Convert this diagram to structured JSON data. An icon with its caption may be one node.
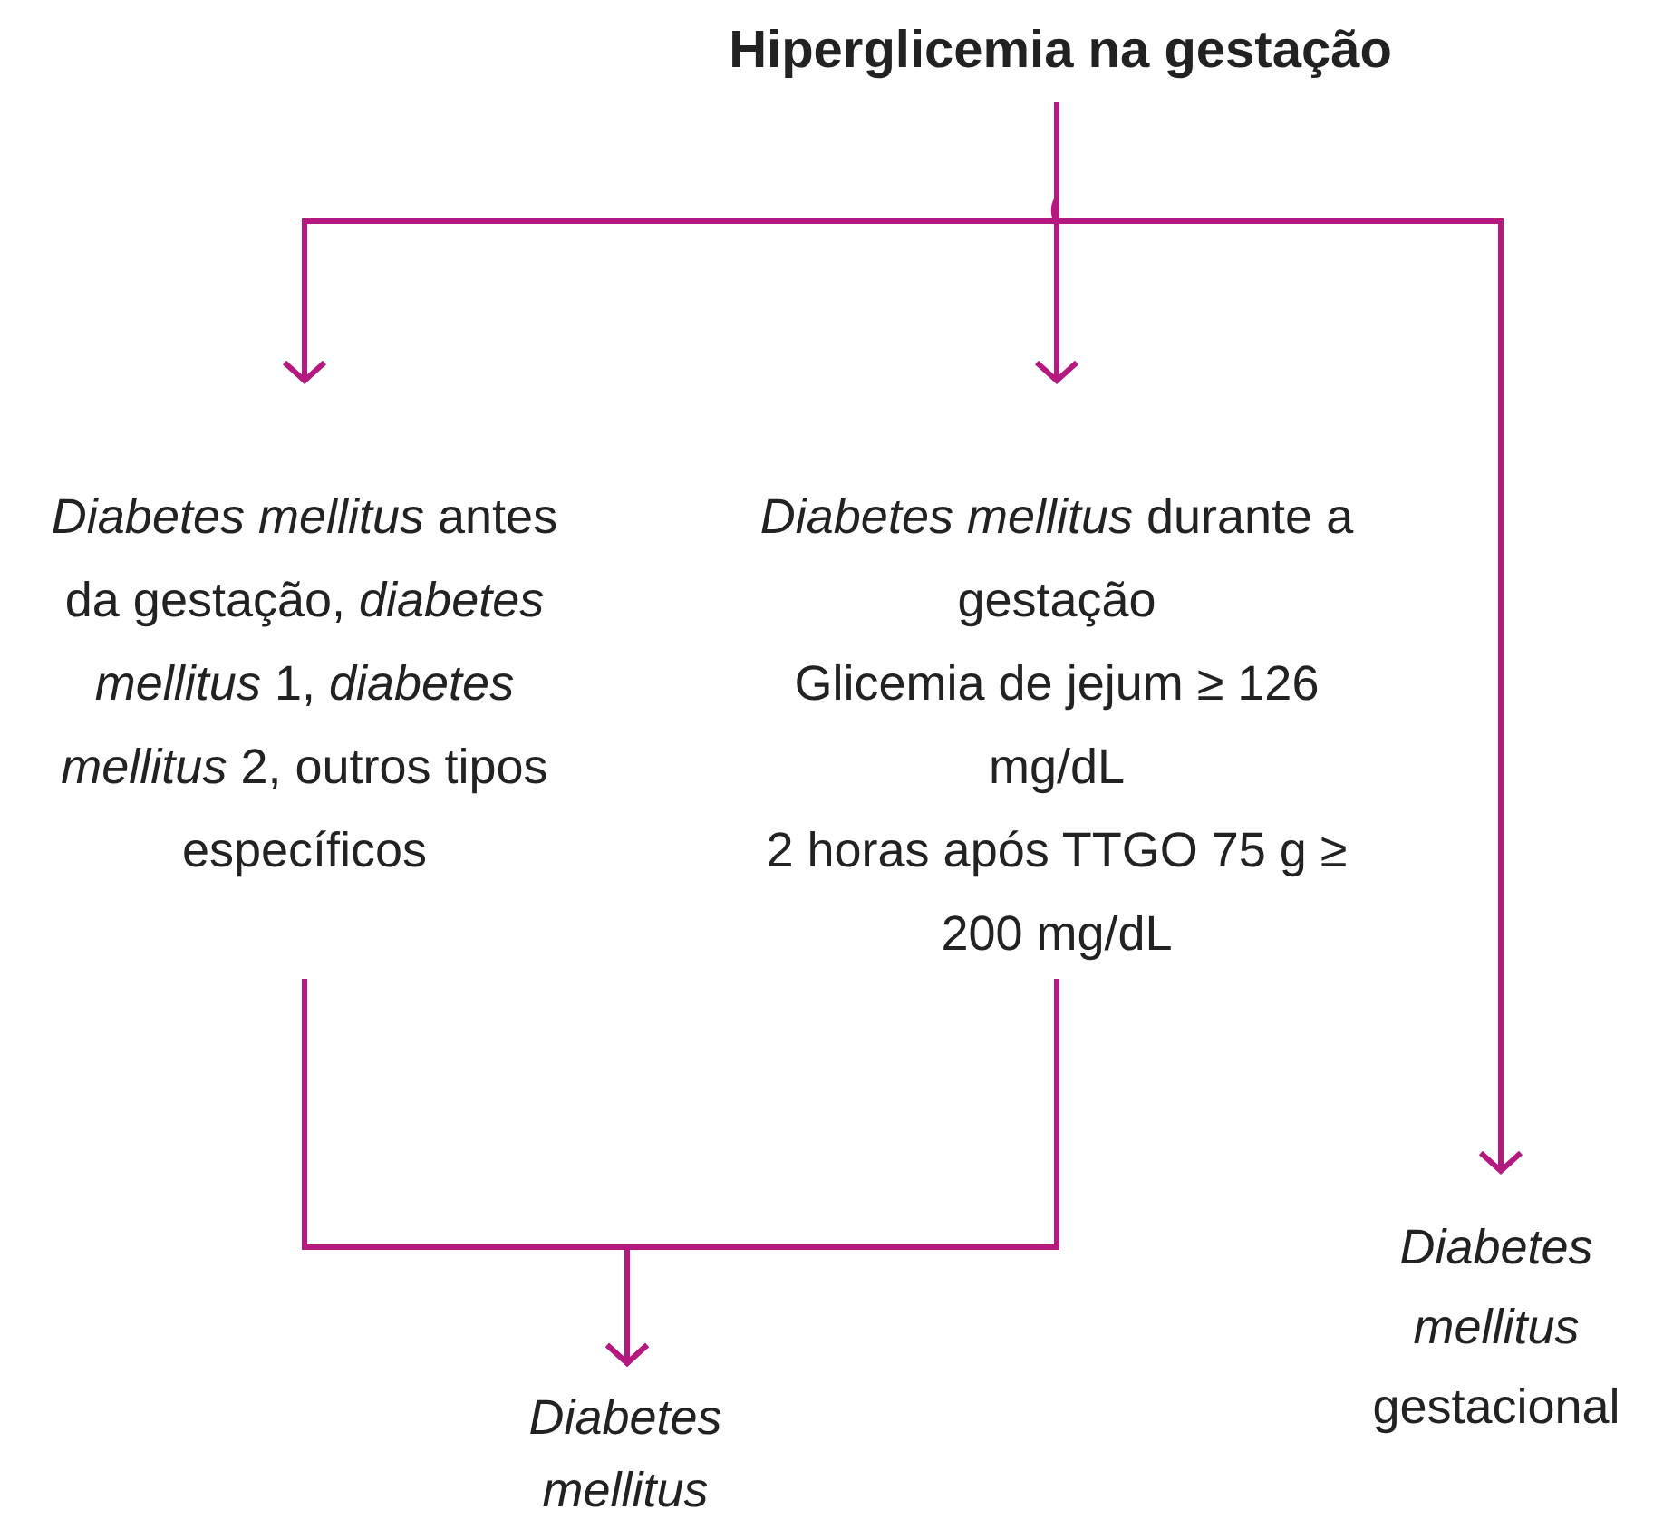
{
  "diagram": {
    "nodes": [
      {
        "text": [
          "Hiperglicemia na gestação"
        ]
      },
      {
        "text": [
          "*Diabetes mellitus* antes da gestação, *diabetes mellitus* 1, *diabetes mellitus* 2, outros tipos específicos"
        ]
      },
      {
        "text": [
          "*Diabetes mellitus* durante a gestação",
          "Glicemia de jejum ≥ 126 mg/dL",
          "2 horas após TTGO 75 g ≥ 200 mg/dL"
        ]
      },
      {
        "text": [
          "Diabetes mellitus"
        ]
      },
      {
        "text": [
          "*Diabetes mellitus* gestacional"
        ]
      }
    ],
    "edges": [
      {
        "from": 0,
        "to": 1,
        "arrow": "to"
      },
      {
        "from": 0,
        "to": 2,
        "arrow": "to"
      },
      {
        "from": 0,
        "to": 4,
        "arrow": "to"
      },
      {
        "from": 1,
        "to": 3,
        "arrow": "to"
      },
      {
        "from": 2,
        "to": 3,
        "arrow": "to"
      }
    ]
  }
}
